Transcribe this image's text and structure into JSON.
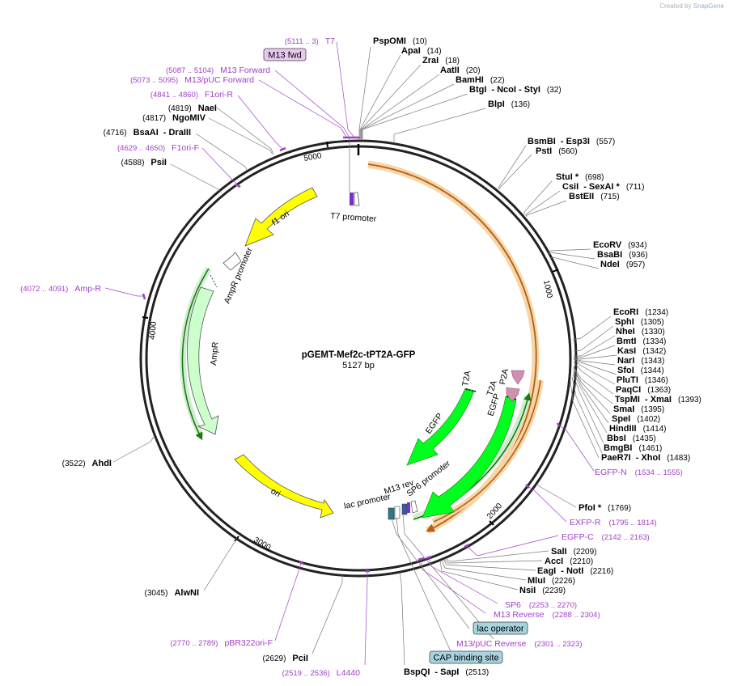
{
  "credit": {
    "prefix": "Created by",
    "brand": "SnapGene"
  },
  "plasmid": {
    "name": "pGEMT-Mef2c-tPT2A-GFP",
    "size": "5127 bp"
  },
  "ticks": [
    "1000",
    "2000",
    "3000",
    "4000",
    "5000"
  ],
  "enzymes": [
    {
      "name": "PspOMI",
      "pos": "(10)"
    },
    {
      "name": "ApaI",
      "pos": "(14)"
    },
    {
      "name": "ZraI",
      "pos": "(18)"
    },
    {
      "name": "AatII",
      "pos": "(20)"
    },
    {
      "name": "BamHI",
      "pos": "(22)"
    },
    {
      "name": "BtgI",
      "extra": "- NcoI  - StyI",
      "pos": "(32)"
    },
    {
      "name": "BlpI",
      "pos": "(136)"
    },
    {
      "name": "BsmBI",
      "extra": "- Esp3I",
      "pos": "(557)"
    },
    {
      "name": "PstI",
      "pos": "(560)"
    },
    {
      "name": "StuI *",
      "pos": "(698)"
    },
    {
      "name": "CsiI",
      "extra": "- SexAI *",
      "pos": "(711)"
    },
    {
      "name": "BstEII",
      "pos": "(715)"
    },
    {
      "name": "EcoRV",
      "pos": "(934)"
    },
    {
      "name": "BsaBI",
      "pos": "(936)"
    },
    {
      "name": "NdeI",
      "pos": "(957)"
    },
    {
      "name": "EcoRI",
      "pos": "(1234)"
    },
    {
      "name": "SphI",
      "pos": "(1305)"
    },
    {
      "name": "NheI",
      "pos": "(1330)"
    },
    {
      "name": "BmtI",
      "pos": "(1334)"
    },
    {
      "name": "KasI",
      "pos": "(1342)"
    },
    {
      "name": "NarI",
      "pos": "(1343)"
    },
    {
      "name": "SfoI",
      "pos": "(1344)"
    },
    {
      "name": "PluTI",
      "pos": "(1346)"
    },
    {
      "name": "PaqCI",
      "pos": "(1363)"
    },
    {
      "name": "TspMI",
      "extra": "- XmaI",
      "pos": "(1393)"
    },
    {
      "name": "SmaI",
      "pos": "(1395)"
    },
    {
      "name": "SpeI",
      "pos": "(1402)"
    },
    {
      "name": "HindIII",
      "pos": "(1414)"
    },
    {
      "name": "BbsI",
      "pos": "(1435)"
    },
    {
      "name": "BmgBI",
      "pos": "(1461)"
    },
    {
      "name": "PaeR7I",
      "extra": "- XhoI",
      "pos": "(1483)"
    },
    {
      "name": "PfoI *",
      "pos": "(1769)"
    },
    {
      "name": "SalI",
      "pos": "(2209)"
    },
    {
      "name": "AccI",
      "pos": "(2210)"
    },
    {
      "name": "EagI",
      "extra": "- NotI",
      "pos": "(2216)"
    },
    {
      "name": "MluI",
      "pos": "(2226)"
    },
    {
      "name": "NsiI",
      "pos": "(2239)"
    },
    {
      "name": "BspQI",
      "extra": "- SapI",
      "pos": "(2513)"
    },
    {
      "name": "PciI",
      "pos": "(2629)"
    },
    {
      "name": "AlwNI",
      "pos": "(3045)"
    },
    {
      "name": "AhdI",
      "pos": "(3522)"
    },
    {
      "name": "PsiI",
      "pos": "(4588)"
    },
    {
      "name": "BsaAI",
      "extra": "- DraIII",
      "pos": "(4716)"
    },
    {
      "name": "NgoMIV",
      "pos": "(4817)"
    },
    {
      "name": "NaeI",
      "pos": "(4819)"
    }
  ],
  "primers": [
    {
      "name": "T7",
      "pos": "(5111 .. 3)"
    },
    {
      "name": "M13 Forward",
      "pos": "(5087 .. 5104)"
    },
    {
      "name": "M13/pUC Forward",
      "pos": "(5073 .. 5095)"
    },
    {
      "name": "F1ori-R",
      "pos": "(4841 .. 4860)"
    },
    {
      "name": "F1ori-F",
      "pos": "(4629 .. 4650)"
    },
    {
      "name": "Amp-R",
      "pos": "(4072 .. 4091)"
    },
    {
      "name": "EGFP-N",
      "pos": "(1534 .. 1555)"
    },
    {
      "name": "EXFP-R",
      "pos": "(1795 .. 1814)"
    },
    {
      "name": "EGFP-C",
      "pos": "(2142 .. 2163)"
    },
    {
      "name": "SP6",
      "pos": "(2253 .. 2270)"
    },
    {
      "name": "M13 Reverse",
      "pos": "(2288 .. 2304)"
    },
    {
      "name": "M13/pUC Reverse",
      "pos": "(2301 .. 2323)"
    },
    {
      "name": "pBR322ori-F",
      "pos": "(2770 .. 2789)"
    },
    {
      "name": "L4440",
      "pos": "(2519 .. 2536)"
    }
  ],
  "boxes": {
    "m13fwd": "M13 fwd",
    "lacop": "lac operator",
    "cap": "CAP binding site"
  },
  "features": {
    "f1ori": "f1 ori",
    "t7prom": "T7 promoter",
    "ampprom": "AmpR promoter",
    "ampr": "AmpR",
    "ori": "ori",
    "egfp1": "EGFP",
    "egfp2": "EGFP",
    "t2a1": "T2A",
    "t2a2": "T2A",
    "p2a": "P2A",
    "m13rev": "M13 rev",
    "sp6prom": "SP6 promoter",
    "lacprom": "lac promoter"
  },
  "colors": {
    "backbone": "#222222",
    "yellow": "#ffff00",
    "green": "#00ff1e",
    "paleGreen": "#ccffcc",
    "orange": "#f0a040",
    "primer": "#a040c8",
    "pink": "#d090b0",
    "teal": "#3a8a9a"
  }
}
